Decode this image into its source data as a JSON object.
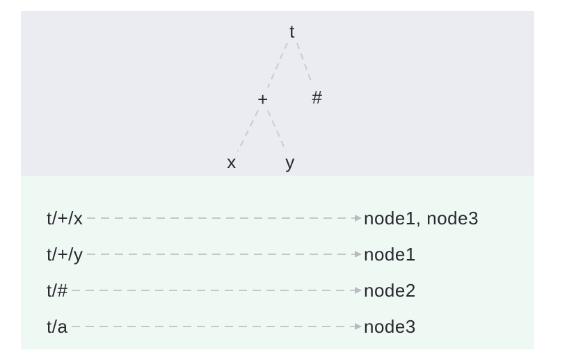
{
  "diagram": {
    "tree": {
      "nodes": [
        {
          "label": "t"
        },
        {
          "label": "+"
        },
        {
          "label": "#"
        },
        {
          "label": "x"
        },
        {
          "label": "y"
        }
      ]
    },
    "mappings": [
      {
        "topic": "t/+/x",
        "subscribers": "node1, node3"
      },
      {
        "topic": "t/+/y",
        "subscribers": "node1"
      },
      {
        "topic": "t/#",
        "subscribers": "node2"
      },
      {
        "topic": "t/a",
        "subscribers": "node3"
      }
    ],
    "colors": {
      "tree_panel_bg": "#ebecf1",
      "map_panel_bg": "#eff9f4",
      "edge_dash": "#c9cbd2",
      "row_dash": "#c5c8c9",
      "arrow": "#b9bcbe",
      "text": "#28282e"
    }
  }
}
